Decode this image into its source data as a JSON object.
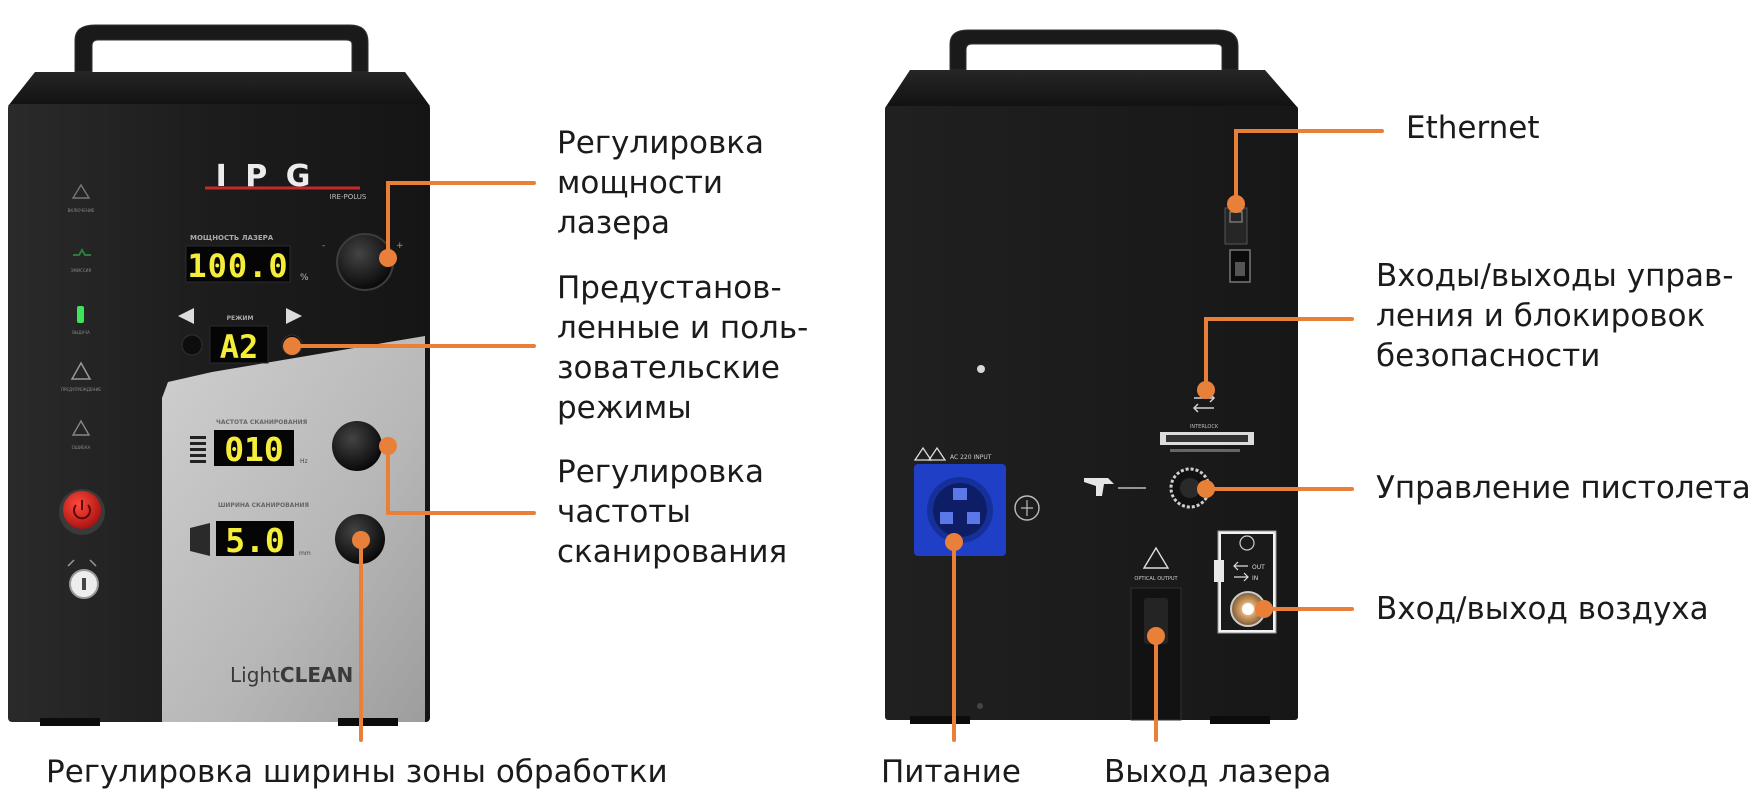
{
  "front_unit": {
    "logo_text": "I P G",
    "logo_subtext": "IRE-POLUS",
    "power_display": "100.0",
    "power_unit": "%",
    "power_caption": "МОЩНОСТЬ ЛАЗЕРА",
    "mode_display": "A2",
    "mode_caption": "РЕЖИМ",
    "frequency_display": "010",
    "frequency_unit": "Hz",
    "frequency_caption": "ЧАСТОТА СКАНИРОВАНИЯ",
    "width_display": "5.0",
    "width_unit": "mm",
    "width_caption": "ШИРИНА СКАНИРОВАНИЯ",
    "brand_light": "Light",
    "brand_bold": "CLEAN",
    "indicator_labels": [
      "ВКЛЮЧЕНИЕ",
      "ЭМИССИЯ",
      "ВЫДАЧА",
      "ПРЕДУПРЕЖДЕНИЕ",
      "ОШИБКА"
    ]
  },
  "back_unit": {
    "panel_caption": "AC 220 INPUT",
    "interlock_caption": "INTERLOCK",
    "laser_output_caption": "OPTICAL OUTPUT",
    "air_out": "OUT",
    "air_in": "IN"
  },
  "callouts": {
    "power": "Регулировка\nмощности\nлазера",
    "presets": "Предустанов-\nленные и поль-\nзовательские\nрежимы",
    "frequency": "Регулировка\nчастоты\nсканирования",
    "width": "Регулировка ширины зоны обработки",
    "ethernet": "Ethernet",
    "io": "Входы/выходы управ-\nления и блокировок\nбезопасности",
    "gun": "Управление пистолета",
    "air": "Вход/выход воздуха",
    "power_supply": "Питание",
    "laser_output": "Выход лазера"
  },
  "colors": {
    "callout_line": "#e8803a",
    "display_digits": "#f4ee3a",
    "cabinet": "#1e1e1e",
    "front_panel_grey": "#bdbdbd",
    "power_socket": "#1f3fc7",
    "emergency_stop": "#d21f1f"
  }
}
